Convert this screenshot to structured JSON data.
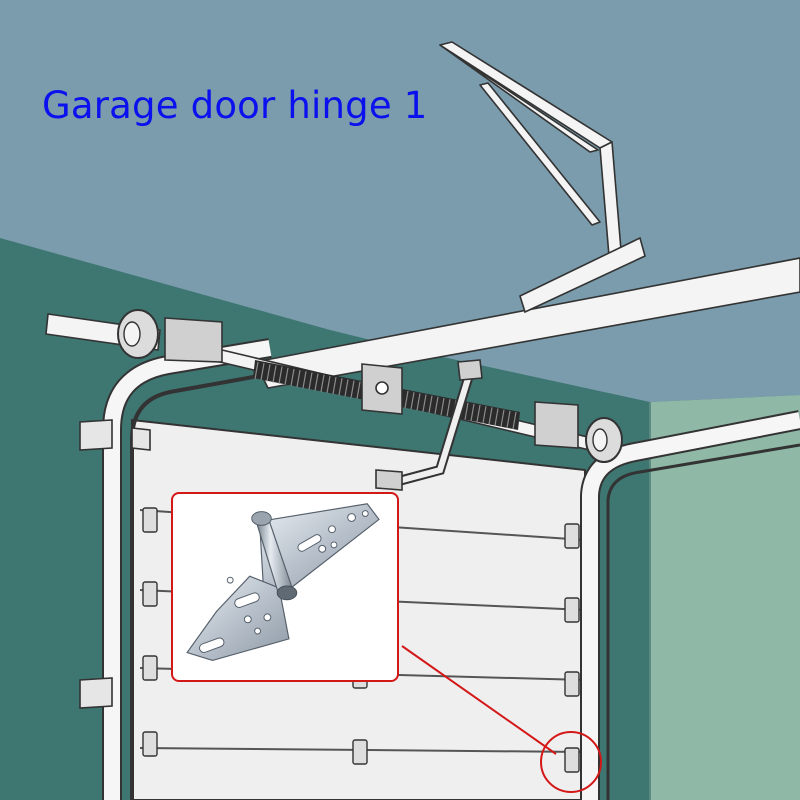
{
  "title": "Garage door hinge 1",
  "colors": {
    "title": "#0b10ee",
    "ceiling": "#7a9cac",
    "back_wall": "#3e7672",
    "right_wall": "#8fb8a6",
    "door": "#efefef",
    "callout": "#d41717"
  },
  "icons": {
    "inset": "hinge-photo",
    "callout": "callout-circle"
  }
}
